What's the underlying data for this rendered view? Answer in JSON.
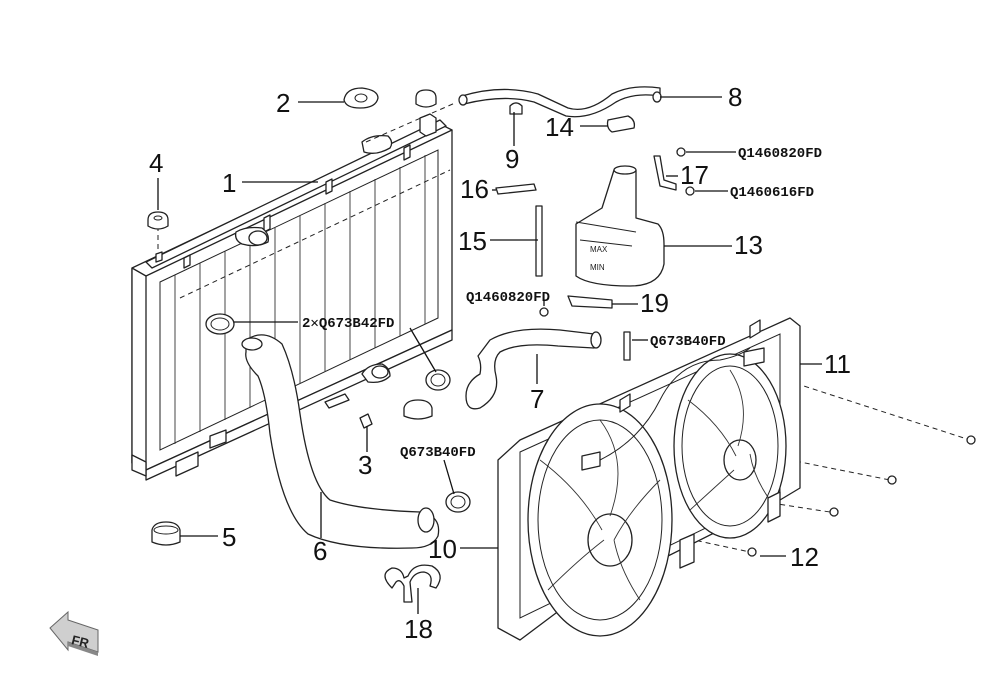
{
  "parts": {
    "p1": "1",
    "p2": "2",
    "p3": "3",
    "p4": "4",
    "p5": "5",
    "p6": "6",
    "p7": "7",
    "p8": "8",
    "p9": "9",
    "p10": "10",
    "p11": "11",
    "p12": "12",
    "p13": "13",
    "p14": "14",
    "p15": "15",
    "p16": "16",
    "p17": "17",
    "p18": "18",
    "p19": "19"
  },
  "codes": {
    "clamp_x2": "2✕Q673B42FD",
    "clamp_single": "Q673B40FD",
    "clamp_fan": "Q673B40FD",
    "bolt_upper": "Q1460820FD",
    "bolt_lower": "Q1460616FD",
    "bolt_bracket": "Q1460820FD"
  },
  "direction": {
    "label": "FR"
  },
  "tank_marks": {
    "max": "MAX",
    "min": "MIN"
  }
}
